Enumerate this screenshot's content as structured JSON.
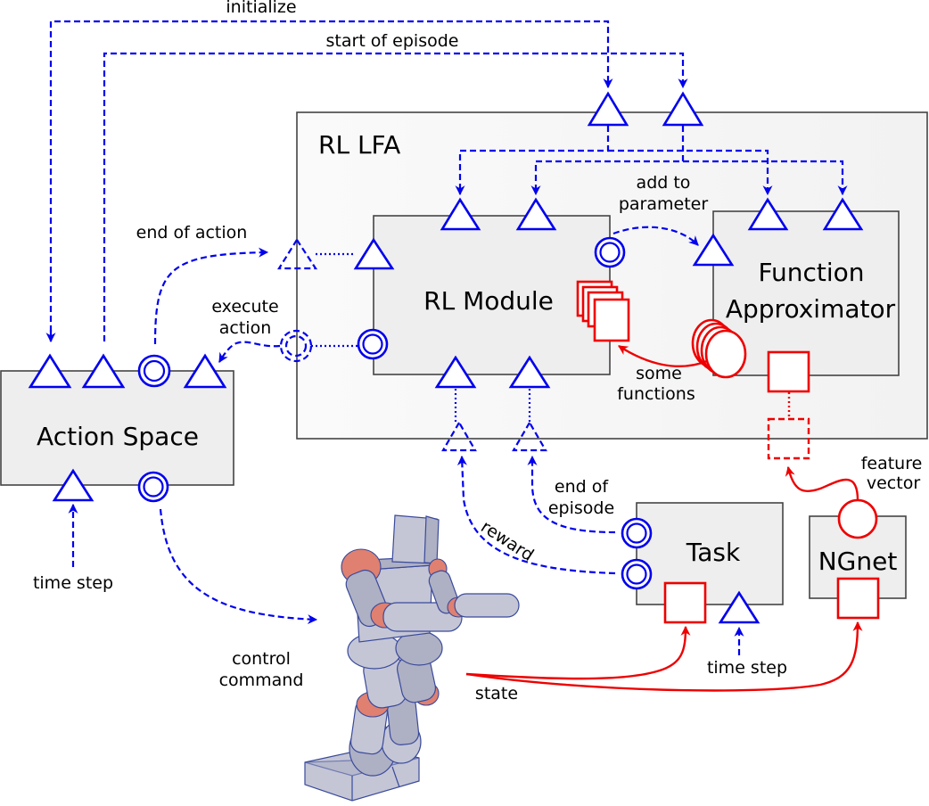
{
  "diagram": {
    "title": "RL LFA",
    "colors": {
      "event_port": "#0000ee",
      "data_port": "#ee0000",
      "module_fill": "#eeeeee",
      "container_fill": "#f6f6f6",
      "border": "#444444"
    },
    "modules": {
      "rl_lfa": "RL LFA",
      "rl_module": "RL Module",
      "function_approximator_line1": "Function",
      "function_approximator_line2": "Approximator",
      "action_space": "Action Space",
      "task": "Task",
      "ngnet": "NGnet",
      "robot": "humanoid-robot-icon"
    },
    "labels": {
      "initialize": "initialize",
      "start_of_episode": "start of episode",
      "end_of_action": "end of action",
      "execute_action_line1": "execute",
      "execute_action_line2": "action",
      "add_to_parameter_line1": "add to",
      "add_to_parameter_line2": "parameter",
      "some_functions_line1": "some",
      "some_functions_line2": "functions",
      "end_of_episode_line1": "end of",
      "end_of_episode_line2": "episode",
      "reward": "reward",
      "feature_vector_line1": "feature",
      "feature_vector_line2": "vector",
      "time_step_left": "time step",
      "time_step_right": "time step",
      "control_command_line1": "control",
      "control_command_line2": "command",
      "state": "state"
    },
    "legend_semantics": {
      "triangle": "event input port",
      "double_circle": "event output port",
      "square": "data input port",
      "circle": "data output port",
      "dashed_outline": "exported port"
    }
  }
}
